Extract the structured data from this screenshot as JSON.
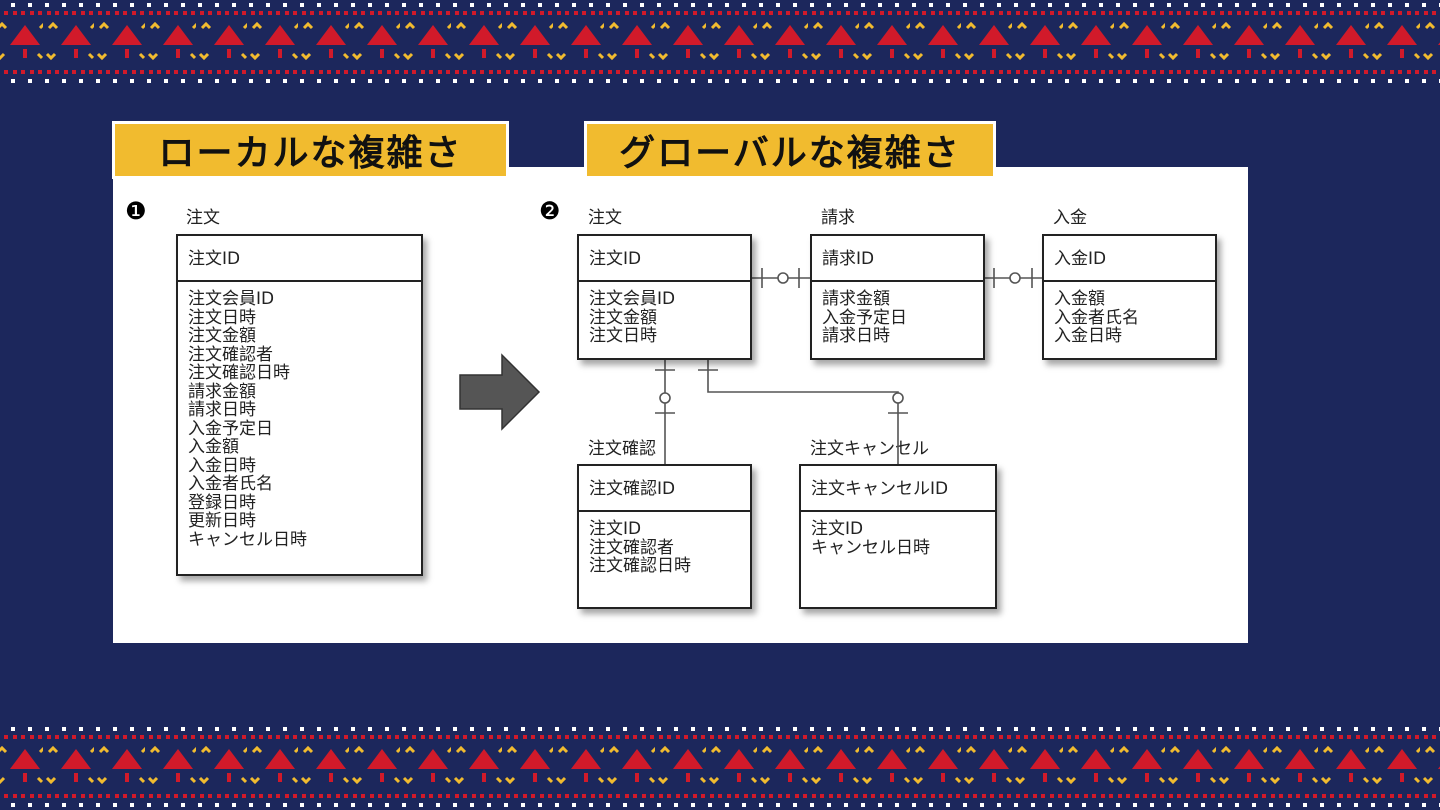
{
  "colors": {
    "background": "#1c275c",
    "tab": "#f1bb2f",
    "red": "#d11a2a",
    "yellow": "#f1bb2f",
    "white": "#ffffff"
  },
  "titles": {
    "local": "ローカルな複雑さ",
    "global": "グローバルな複雑さ"
  },
  "markers": {
    "one": "❶",
    "two": "❷"
  },
  "local": {
    "name": "注文",
    "pk": "注文ID",
    "fields": [
      "注文会員ID",
      "注文日時",
      "注文金額",
      "注文確認者",
      "注文確認日時",
      "請求金額",
      "請求日時",
      "入金予定日",
      "入金額",
      "入金日時",
      "入金者氏名",
      "登録日時",
      "更新日時",
      "キャンセル日時"
    ]
  },
  "global": {
    "order": {
      "name": "注文",
      "pk": "注文ID",
      "fields": [
        "注文会員ID",
        "注文金額",
        "注文日時"
      ]
    },
    "billing": {
      "name": "請求",
      "pk": "請求ID",
      "fields": [
        "請求金額",
        "入金予定日",
        "請求日時"
      ]
    },
    "payment": {
      "name": "入金",
      "pk": "入金ID",
      "fields": [
        "入金額",
        "入金者氏名",
        "入金日時"
      ]
    },
    "confirm": {
      "name": "注文確認",
      "pk": "注文確認ID",
      "fields": [
        "注文ID",
        "注文確認者",
        "注文確認日時"
      ]
    },
    "cancel": {
      "name": "注文キャンセル",
      "pk": "注文キャンセルID",
      "fields": [
        "注文ID",
        "キャンセル日時"
      ]
    }
  }
}
